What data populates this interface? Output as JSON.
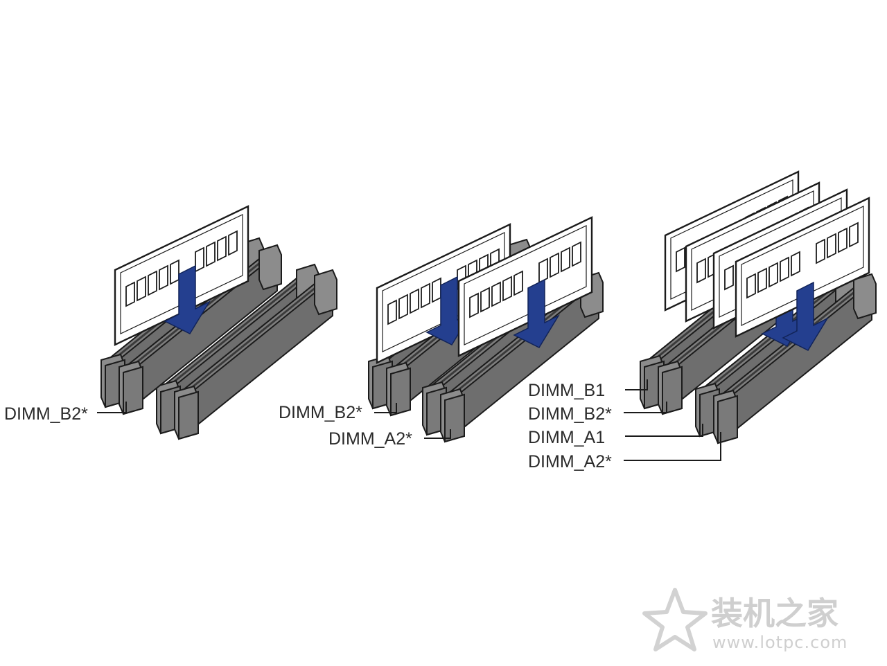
{
  "labels": {
    "p1_b2": "DIMM_B2*",
    "p2_b2": "DIMM_B2*",
    "p2_a2": "DIMM_A2*",
    "p3_b1": "DIMM_B1",
    "p3_b2": "DIMM_B2*",
    "p3_a1": "DIMM_A1",
    "p3_a2": "DIMM_A2*"
  },
  "watermark": {
    "cn": "装机之家",
    "url": "www.lotpc.com"
  },
  "colors": {
    "slot": "#8c8c8c",
    "slot_dark": "#5e5e5e",
    "stroke": "#1b1b1b",
    "arrow": "#243f8f",
    "watermark": "#cfcfcf"
  }
}
